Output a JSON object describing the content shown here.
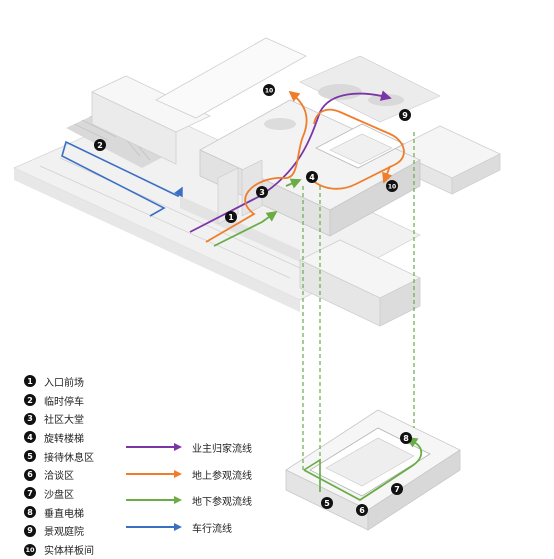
{
  "callouts": [
    {
      "number": "1",
      "label": "入口前场"
    },
    {
      "number": "2",
      "label": "临时停车"
    },
    {
      "number": "3",
      "label": "社区大堂"
    },
    {
      "number": "4",
      "label": "旋转楼梯"
    },
    {
      "number": "5",
      "label": "接待休息区"
    },
    {
      "number": "6",
      "label": "洽谈区"
    },
    {
      "number": "7",
      "label": "沙盘区"
    },
    {
      "number": "8",
      "label": "垂直电梯"
    },
    {
      "number": "9",
      "label": "景观庭院"
    },
    {
      "number": "10",
      "label": "实体样板间"
    }
  ],
  "flows": [
    {
      "label": "业主归家流线",
      "color": "#7b35a6"
    },
    {
      "label": "地上参观流线",
      "color": "#ef7d2a"
    },
    {
      "label": "地下参观流线",
      "color": "#6aac45"
    },
    {
      "label": "车行流线",
      "color": "#3a6fc4"
    }
  ]
}
